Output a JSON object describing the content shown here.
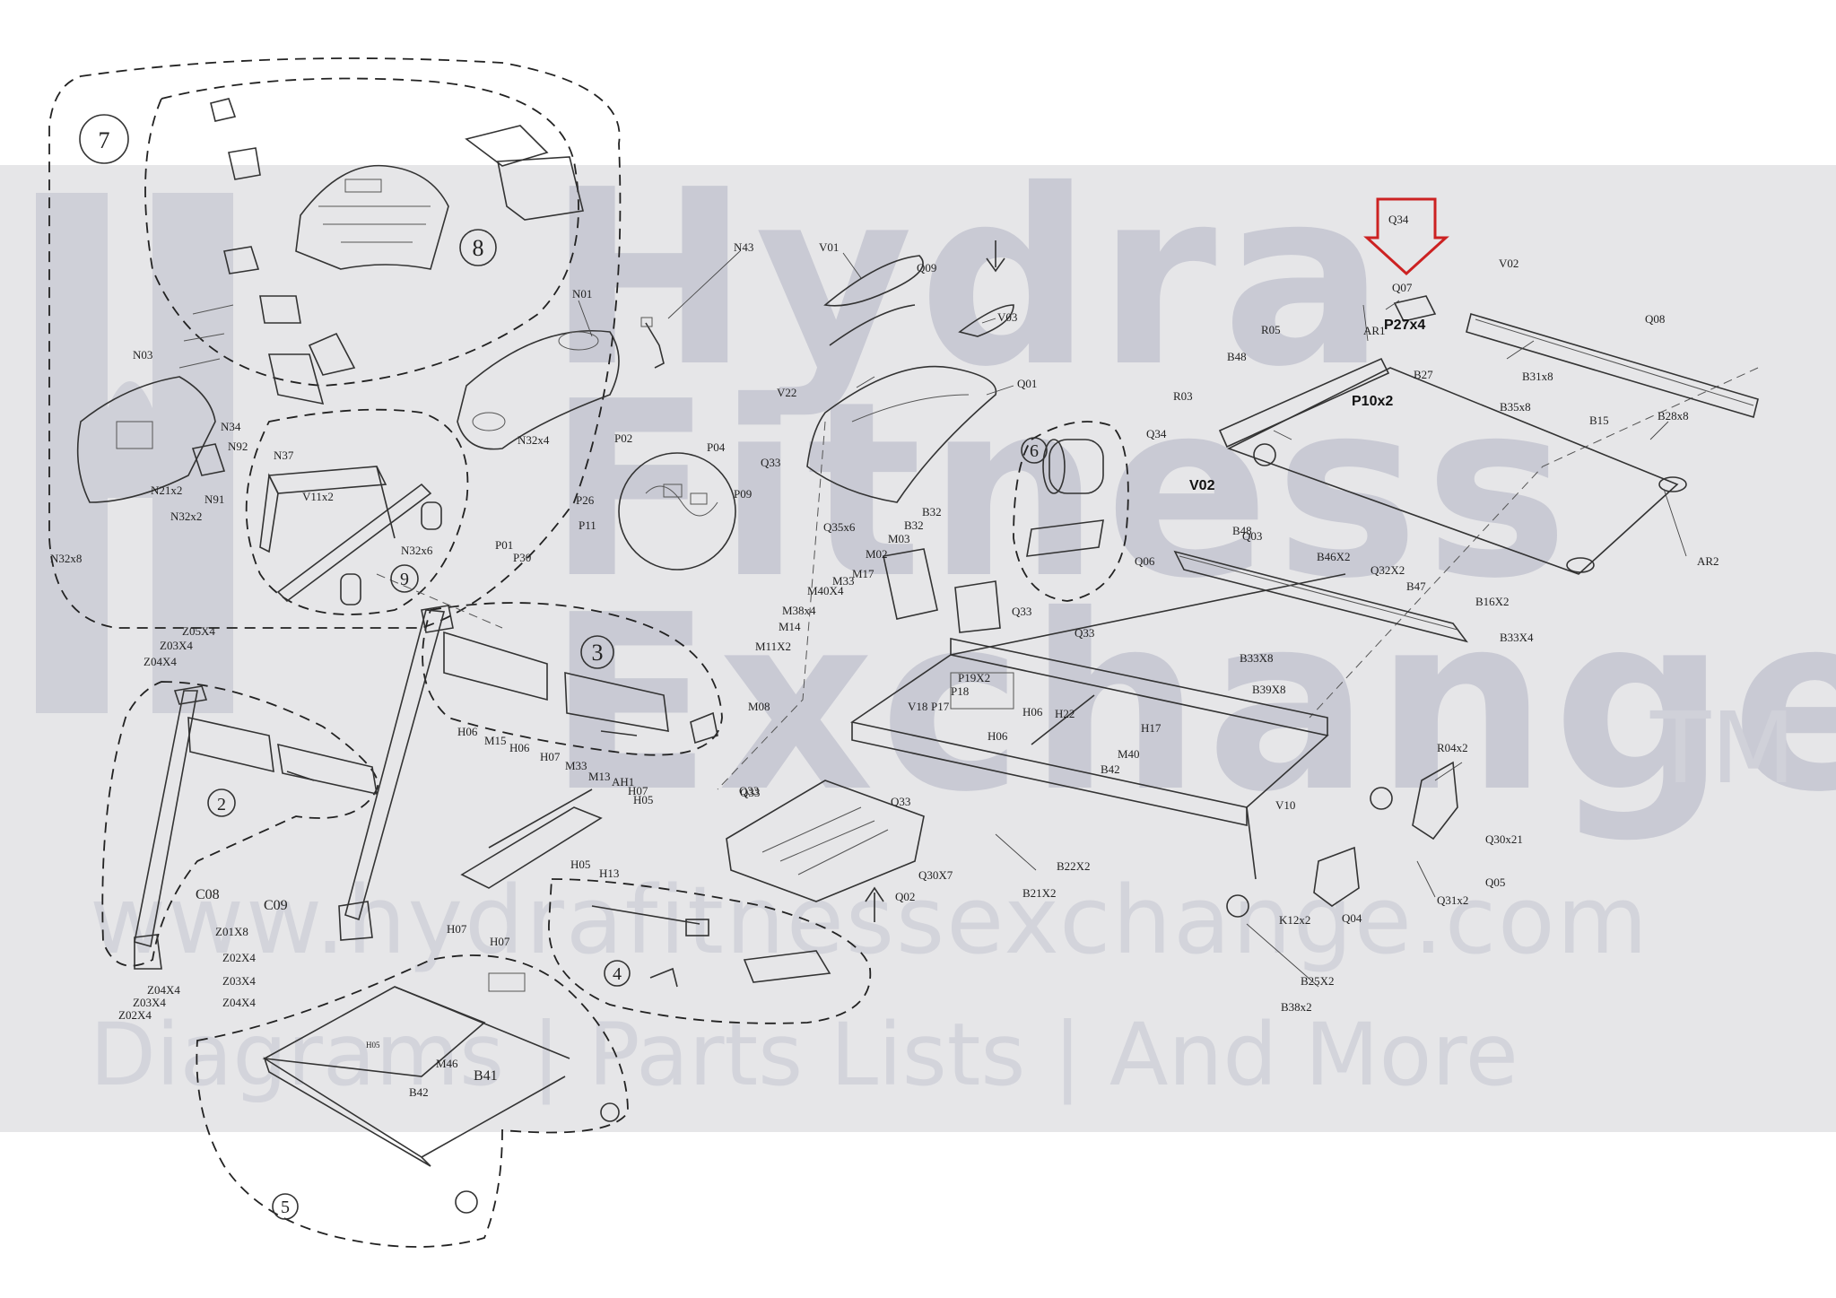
{
  "watermark": {
    "brand_line1": "Hydra",
    "brand_line2": "Fitness",
    "brand_line3": "Exchange",
    "trademark": "TM",
    "url": "www.hydrafitnessexchange.com",
    "tagline": "Diagrams | Parts Lists | And More"
  },
  "highlight": {
    "color": "#cc2222",
    "target_label": "Q07"
  },
  "groups": [
    "7",
    "8",
    "9",
    "6",
    "3",
    "2",
    "4",
    "5"
  ],
  "labels": [
    {
      "id": "N43",
      "text": "N43"
    },
    {
      "id": "V01",
      "text": "V01"
    },
    {
      "id": "Q09",
      "text": "Q09"
    },
    {
      "id": "V03",
      "text": "V03"
    },
    {
      "id": "N01",
      "text": "N01"
    },
    {
      "id": "V22",
      "text": "V22"
    },
    {
      "id": "Q01",
      "text": "Q01"
    },
    {
      "id": "N03",
      "text": "N03"
    },
    {
      "id": "N34",
      "text": "N34"
    },
    {
      "id": "N92",
      "text": "N92"
    },
    {
      "id": "N21x2",
      "text": "N21x2"
    },
    {
      "id": "N91",
      "text": "N91"
    },
    {
      "id": "N32x2",
      "text": "N32x2"
    },
    {
      "id": "N32x8",
      "text": "N32x8"
    },
    {
      "id": "N32x4",
      "text": "N32x4"
    },
    {
      "id": "N37",
      "text": "N37"
    },
    {
      "id": "V11x2",
      "text": "V11x2"
    },
    {
      "id": "N32x6",
      "text": "N32x6"
    },
    {
      "id": "P02",
      "text": "P02"
    },
    {
      "id": "P04",
      "text": "P04"
    },
    {
      "id": "P26",
      "text": "P26"
    },
    {
      "id": "P09",
      "text": "P09"
    },
    {
      "id": "P11",
      "text": "P11"
    },
    {
      "id": "Q33a",
      "text": "Q33"
    },
    {
      "id": "Q35x6",
      "text": "Q35x6"
    },
    {
      "id": "B32a",
      "text": "B32"
    },
    {
      "id": "B32b",
      "text": "B32"
    },
    {
      "id": "M03",
      "text": "M03"
    },
    {
      "id": "M02",
      "text": "M02"
    },
    {
      "id": "M33",
      "text": "M33"
    },
    {
      "id": "M17",
      "text": "M17"
    },
    {
      "id": "M40X4",
      "text": "M40X4"
    },
    {
      "id": "M38x4",
      "text": "M38x4"
    },
    {
      "id": "M14",
      "text": "M14"
    },
    {
      "id": "M11X2",
      "text": "M11X2"
    },
    {
      "id": "M08",
      "text": "M08"
    },
    {
      "id": "V18",
      "text": "V18"
    },
    {
      "id": "P17",
      "text": "P17"
    },
    {
      "id": "P18",
      "text": "P18"
    },
    {
      "id": "P19",
      "text": "P19X2"
    },
    {
      "id": "Q33b",
      "text": "Q33"
    },
    {
      "id": "Q33c",
      "text": "Q33"
    },
    {
      "id": "Q33d",
      "text": "Q33"
    },
    {
      "id": "Q33e",
      "text": "Q33"
    },
    {
      "id": "H06a",
      "text": "H06"
    },
    {
      "id": "H06b",
      "text": "H06"
    },
    {
      "id": "H22",
      "text": "H22"
    },
    {
      "id": "M40",
      "text": "M40"
    },
    {
      "id": "B42a",
      "text": "B42"
    },
    {
      "id": "H17",
      "text": "H17"
    },
    {
      "id": "B39X8",
      "text": "B39X8"
    },
    {
      "id": "B33X8",
      "text": "B33X8"
    },
    {
      "id": "Q34a",
      "text": "Q34"
    },
    {
      "id": "V02a",
      "text": "V02"
    },
    {
      "id": "Q06",
      "text": "Q06"
    },
    {
      "id": "Q03",
      "text": "Q03"
    },
    {
      "id": "B48a",
      "text": "B48"
    },
    {
      "id": "B46X2",
      "text": "B46X2"
    },
    {
      "id": "Q32X2",
      "text": "Q32X2"
    },
    {
      "id": "B47",
      "text": "B47"
    },
    {
      "id": "B16X2",
      "text": "B16X2"
    },
    {
      "id": "B33X4",
      "text": "B33X4"
    },
    {
      "id": "R03",
      "text": "R03"
    },
    {
      "id": "R05",
      "text": "R05"
    },
    {
      "id": "B48b",
      "text": "B48"
    },
    {
      "id": "AR1",
      "text": "AR1"
    },
    {
      "id": "P27x4",
      "text": "P27x4"
    },
    {
      "id": "P10x2",
      "text": "P10x2"
    },
    {
      "id": "B27",
      "text": "B27"
    },
    {
      "id": "Q34b",
      "text": "Q34"
    },
    {
      "id": "Q07",
      "text": "Q07"
    },
    {
      "id": "V02b",
      "text": "V02"
    },
    {
      "id": "Q08",
      "text": "Q08"
    },
    {
      "id": "B31x8",
      "text": "B31x8"
    },
    {
      "id": "B35x8",
      "text": "B35x8"
    },
    {
      "id": "B15",
      "text": "B15"
    },
    {
      "id": "B28x8",
      "text": "B28x8"
    },
    {
      "id": "AR2",
      "text": "AR2"
    },
    {
      "id": "R04x2",
      "text": "R04x2"
    },
    {
      "id": "V10",
      "text": "V10"
    },
    {
      "id": "Q30x21",
      "text": "Q30x21"
    },
    {
      "id": "Q05",
      "text": "Q05"
    },
    {
      "id": "Q31x2",
      "text": "Q31x2"
    },
    {
      "id": "Q04",
      "text": "Q04"
    },
    {
      "id": "K12x2",
      "text": "K12x2"
    },
    {
      "id": "B25X2",
      "text": "B25X2"
    },
    {
      "id": "B38x2",
      "text": "B38x2"
    },
    {
      "id": "B22X2",
      "text": "B22X2"
    },
    {
      "id": "B21X2",
      "text": "B21X2"
    },
    {
      "id": "Q30X7",
      "text": "Q30X7"
    },
    {
      "id": "Q02",
      "text": "Q02"
    },
    {
      "id": "Q33f",
      "text": "Q33"
    },
    {
      "id": "Z05X4",
      "text": "Z05X4"
    },
    {
      "id": "Z03X4a",
      "text": "Z03X4"
    },
    {
      "id": "Z04X4a",
      "text": "Z04X4"
    },
    {
      "id": "C08",
      "text": "C08"
    },
    {
      "id": "Z01X8",
      "text": "Z01X8"
    },
    {
      "id": "Z04X4b",
      "text": "Z04X4"
    },
    {
      "id": "Z03X4b",
      "text": "Z03X4"
    },
    {
      "id": "Z02X4a",
      "text": "Z02X4"
    },
    {
      "id": "C09",
      "text": "C09"
    },
    {
      "id": "Z02X4b",
      "text": "Z02X4"
    },
    {
      "id": "Z03X4c",
      "text": "Z03X4"
    },
    {
      "id": "Z04X4c",
      "text": "Z04X4"
    },
    {
      "id": "P01",
      "text": "P01"
    },
    {
      "id": "P30",
      "text": "P30"
    },
    {
      "id": "H06c",
      "text": "H06"
    },
    {
      "id": "M15",
      "text": "M15"
    },
    {
      "id": "H06d",
      "text": "H06"
    },
    {
      "id": "H07a",
      "text": "H07"
    },
    {
      "id": "M33b",
      "text": "M33"
    },
    {
      "id": "M13",
      "text": "M13"
    },
    {
      "id": "AH1",
      "text": "AH1"
    },
    {
      "id": "H07b",
      "text": "H07"
    },
    {
      "id": "H05a",
      "text": "H05"
    },
    {
      "id": "H05b",
      "text": "H05"
    },
    {
      "id": "H13",
      "text": "H13"
    },
    {
      "id": "H07c",
      "text": "H07"
    },
    {
      "id": "H07d",
      "text": "H07"
    },
    {
      "id": "H05c",
      "text": "H05"
    },
    {
      "id": "M46",
      "text": "M46"
    },
    {
      "id": "B41",
      "text": "B41"
    },
    {
      "id": "B42b",
      "text": "B42"
    }
  ]
}
